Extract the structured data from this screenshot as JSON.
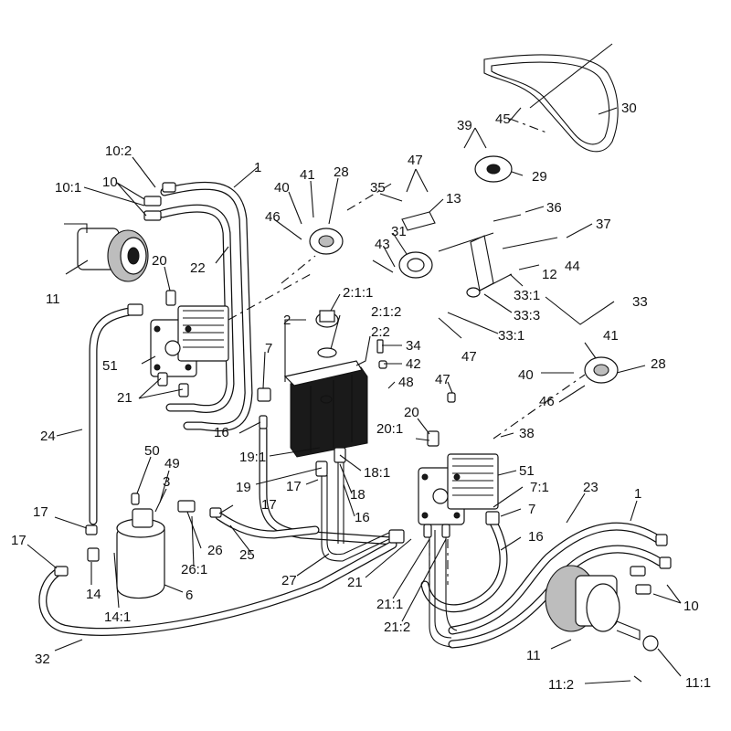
{
  "callouts": [
    "10:2",
    "1",
    "10",
    "10:1",
    "11",
    "22",
    "20",
    "51",
    "21",
    "24",
    "41",
    "28",
    "40",
    "46",
    "47",
    "35",
    "13",
    "43",
    "31",
    "45",
    "39",
    "30",
    "29",
    "36",
    "37",
    "44",
    "12",
    "33",
    "33:1",
    "33:3",
    "33:1",
    "47",
    "2:1:1",
    "2:1:2",
    "2",
    "2:2",
    "34",
    "42",
    "48",
    "47",
    "7",
    "16",
    "19:1",
    "19",
    "18:1",
    "17",
    "18",
    "16",
    "41",
    "40",
    "28",
    "46",
    "20",
    "20:1",
    "38",
    "51",
    "7:1",
    "7",
    "16",
    "23",
    "1",
    "10",
    "11",
    "11:1",
    "11:2",
    "21",
    "21:1",
    "21:2",
    "50",
    "49",
    "3",
    "17",
    "26",
    "26:1",
    "25",
    "27",
    "17",
    "17",
    "14",
    "14:1",
    "6",
    "32"
  ]
}
